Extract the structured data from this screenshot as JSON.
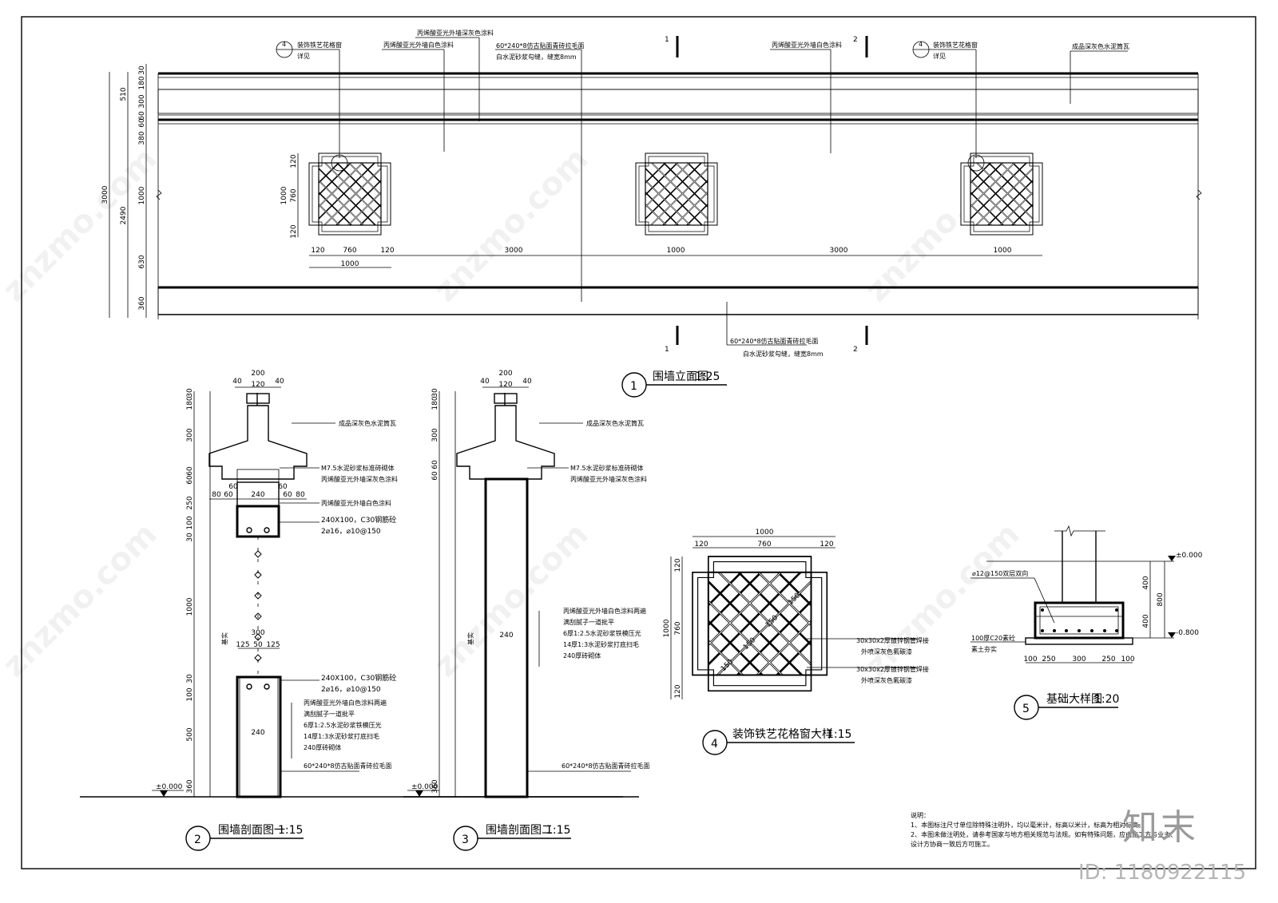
{
  "drawing": {
    "elevation": {
      "title": "围墙立面图",
      "scale": "1:25",
      "number": "1",
      "section_marks": [
        "1",
        "2"
      ],
      "dims_left_total": [
        "3000"
      ],
      "dims_left_mid": [
        "510",
        "2490"
      ],
      "dims_left_detail": [
        "30",
        "180",
        "300",
        "60",
        "60",
        "380",
        "1000",
        "630",
        "360"
      ],
      "window_dims_v": [
        "120",
        "760",
        "120",
        "1000"
      ],
      "horizontal_dims": [
        "120",
        "760",
        "120",
        "1000",
        "3000",
        "1000",
        "3000",
        "1000"
      ],
      "labels": {
        "window_ref": "装饰铁艺花格窗",
        "see": "详见",
        "ref_no": "4",
        "coping_paint": "丙烯酸亚光外墙深灰色涂料",
        "wall_paint": "丙烯酸亚光外墙白色涂料",
        "tile_top": "60*240*8仿古贴面青砖拉毛面",
        "joint_top": "白水泥砂浆勾缝，缝宽8mm",
        "roof_tile": "成品深灰色水泥筒瓦",
        "tile_bottom": "60*240*8仿古贴面青砖拉毛面",
        "joint_bottom": "白水泥砂浆勾缝，缝宽8mm"
      }
    },
    "section1": {
      "number": "2",
      "title": "围墙剖面图一",
      "scale": "1:15",
      "top_dims": [
        "40",
        "200",
        "40",
        "120"
      ],
      "mid_dims": [
        "80",
        "60",
        "240",
        "60",
        "80",
        "60",
        "60"
      ],
      "pier_dims": [
        "300",
        "125",
        "50",
        "125"
      ],
      "left_dims": [
        "30",
        "180",
        "300",
        "60",
        "60",
        "250",
        "100",
        "30",
        "1000",
        "30",
        "100",
        "500",
        "360"
      ],
      "fill_label": "基实",
      "datum": "±0.000",
      "wall_thk": "240",
      "labels": {
        "roof_tile": "成品深灰色水泥筒瓦",
        "mortar": "M7.5水泥砂浆标准砖砌体",
        "coping_paint": "丙烯酸亚光外墙深灰色涂料",
        "wall_paint": "丙烯酸亚光外墙白色涂料",
        "beam_top": "240X100，C30钢筋砼",
        "rebar_top": "2⌀16，⌀10@150",
        "beam_bot": "240X100，C30钢筋砼",
        "rebar_bot": "2⌀16，⌀10@150",
        "paint2": "丙烯酸亚光外墙白色涂料两遍",
        "putty": "满刮腻子一道批平",
        "plaster1": "6厚1:2.5水泥砂浆铁模压光",
        "plaster2": "14厚1:3水泥砂浆打底扫毛",
        "brick": "240厚砖砌体",
        "tile": "60*240*8仿古贴面青砖拉毛面"
      }
    },
    "section2": {
      "number": "3",
      "title": "围墙剖面图二",
      "scale": "1:15",
      "top_dims": [
        "40",
        "200",
        "40",
        "120"
      ],
      "left_dims": [
        "30",
        "180",
        "300",
        "60",
        "60",
        "360"
      ],
      "fill_label": "基实",
      "datum": "±0.000",
      "wall_thk": "240",
      "labels": {
        "roof_tile": "成品深灰色水泥筒瓦",
        "mortar": "M7.5水泥砂浆标准砖砌体",
        "coping_paint": "丙烯酸亚光外墙深灰色涂料",
        "paint2": "丙烯酸亚光外墙白色涂料两遍",
        "putty": "满刮腻子一道批平",
        "plaster1": "6厚1:2.5水泥砂浆铁模压光",
        "plaster2": "14厚1:3水泥砂浆打底扫毛",
        "brick": "240厚砖砌体",
        "tile": "60*240*8仿古贴面青砖拉毛面"
      }
    },
    "window_detail": {
      "number": "4",
      "title": "装饰铁艺花格窗大样",
      "scale": "1:15",
      "top_dims": [
        "1000",
        "120",
        "760",
        "120"
      ],
      "left_dims": [
        "120",
        "760",
        "120",
        "1000"
      ],
      "grid_dims": [
        "150",
        "150",
        "150",
        "150"
      ],
      "labels": {
        "steel1": "30x30x2厚镀锌钢管焊接",
        "finish1": "外喷深灰色氟碳漆",
        "steel2": "30x30x2厚镀锌钢管焊接",
        "finish2": "外喷深灰色氟碳漆"
      }
    },
    "foundation": {
      "number": "5",
      "title": "基础大样图",
      "scale": "1:20",
      "elev_top": "±0.000",
      "elev_bot": "-0.800",
      "right_dims": [
        "400",
        "400",
        "800"
      ],
      "bottom_dims": [
        "100",
        "250",
        "300",
        "250",
        "100"
      ],
      "labels": {
        "rebar": "⌀12@150双层双向",
        "pad": "100厚C20素砼",
        "soil": "素土夯实"
      }
    },
    "notes": {
      "heading": "说明：",
      "items": [
        "1、本图标注尺寸单位除特殊注明外，均以毫米计，标高以米计，标高为相对标高。",
        "2、本图未做注明处，请参考国家与地方相关规范与法规。如有特殊问题，应由施工方与业主、设计方协商一致后方可施工。"
      ]
    }
  },
  "brand": "知末",
  "image_id": "ID: 1180922115"
}
